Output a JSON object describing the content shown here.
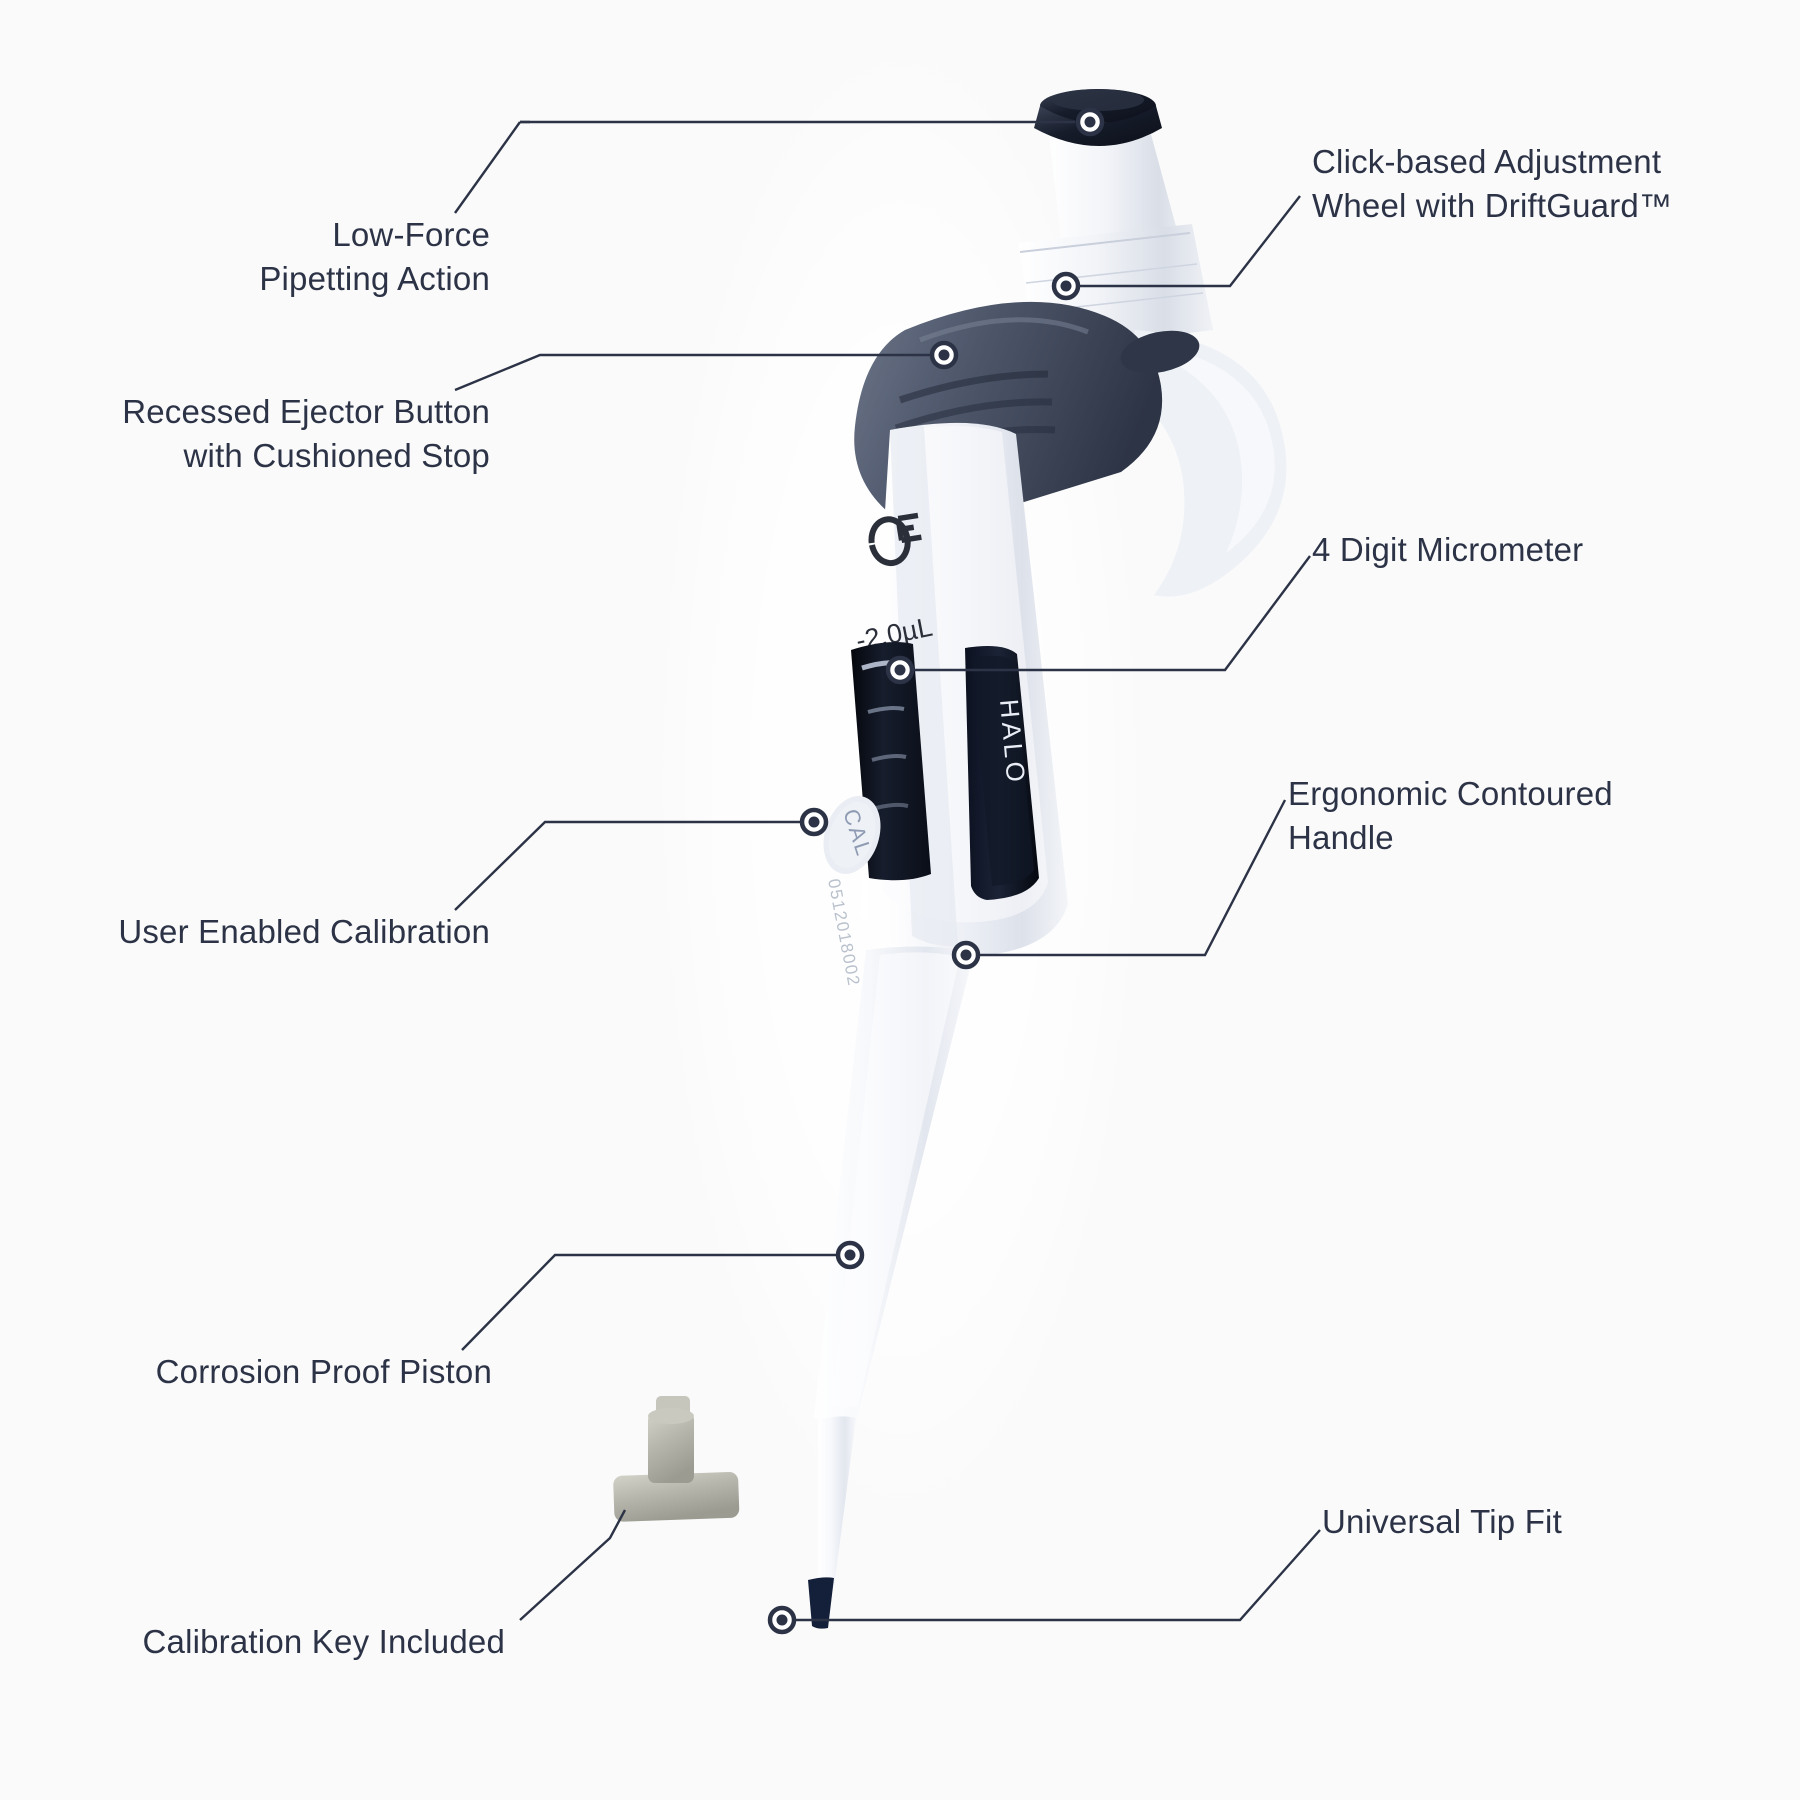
{
  "page": {
    "background_color": "#fafafa",
    "text_color": "#2c3346",
    "product_name": "HALO"
  },
  "callouts": [
    {
      "id": "low-force-pipetting-action",
      "label": "Low-Force\nPipetting Action",
      "side": "left",
      "target": "plunger-button"
    },
    {
      "id": "click-based-adjustment-wheel",
      "label": "Click-based Adjustment\nWheel with DriftGuard™",
      "side": "right",
      "target": "adjustment-wheel"
    },
    {
      "id": "recessed-ejector-button",
      "label": "Recessed Ejector Button\nwith Cushioned Stop",
      "side": "left",
      "target": "ejector-button"
    },
    {
      "id": "four-digit-micrometer",
      "label": "4 Digit Micrometer",
      "side": "right",
      "target": "micrometer-window"
    },
    {
      "id": "user-enabled-calibration",
      "label": "User Enabled Calibration",
      "side": "left",
      "target": "cal-button"
    },
    {
      "id": "ergonomic-contoured-handle",
      "label": "Ergonomic Contoured\nHandle",
      "side": "right",
      "target": "handle"
    },
    {
      "id": "corrosion-proof-piston",
      "label": "Corrosion Proof Piston",
      "side": "left",
      "target": "shaft"
    },
    {
      "id": "universal-tip-fit",
      "label": "Universal Tip Fit",
      "side": "right",
      "target": "tip"
    },
    {
      "id": "calibration-key-included",
      "label": "Calibration Key Included",
      "side": "left",
      "target": "calibration-key"
    }
  ],
  "product_markings": {
    "ce_mark": "CE",
    "volume_range": "-2.0µL",
    "cal_button": "CAL",
    "serial_number": "0512018002",
    "brand_strip": "HALO"
  },
  "colors": {
    "ink": "#2c3346",
    "dark_grip": "#4a5264",
    "tip_dark": "#1b2233",
    "body_white": "#f4f6f9",
    "strip_navy": "#141b2e",
    "key_grey": "#b6b6ac"
  }
}
